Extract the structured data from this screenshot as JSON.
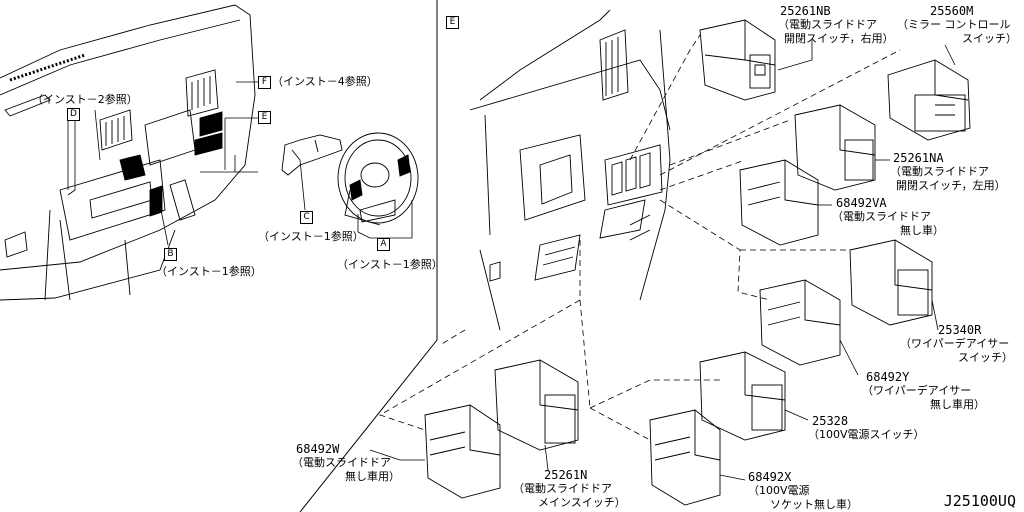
{
  "view_box_label": "E",
  "callouts_left": [
    {
      "letter": "F",
      "text": "（インスト－4参照）"
    },
    {
      "letter": "D",
      "text": "（インスト－2参照）"
    },
    {
      "letter": "E",
      "text": ""
    },
    {
      "letter": "C",
      "text": "（インスト－1参照）"
    },
    {
      "letter": "B",
      "text": "（インスト－1参照）"
    },
    {
      "letter": "A",
      "text": "（インスト－1参照）"
    }
  ],
  "parts": [
    {
      "number": "25261NB",
      "desc": [
        "（電動スライドドア",
        "開閉スイッチ，右用）"
      ]
    },
    {
      "number": "25560M",
      "desc": [
        "（ミラー コントロール",
        "スイッチ）"
      ]
    },
    {
      "number": "25261NA",
      "desc": [
        "（電動スライドドア",
        "開閉スイッチ，左用）"
      ]
    },
    {
      "number": "68492VA",
      "desc": [
        "（電動スライドドア",
        "無し車）"
      ]
    },
    {
      "number": "25340R",
      "desc": [
        "（ワイパーデアイサー",
        "スイッチ）"
      ]
    },
    {
      "number": "68492Y",
      "desc": [
        "（ワイパーデアイサー",
        "無し車用）"
      ]
    },
    {
      "number": "25328",
      "desc": [
        "（100V電源スイッチ）"
      ]
    },
    {
      "number": "68492W",
      "desc": [
        "（電動スライドドア",
        "無し車用）"
      ]
    },
    {
      "number": "25261N",
      "desc": [
        "（電動スライドドア",
        "メインスイッチ）"
      ]
    },
    {
      "number": "68492X",
      "desc": [
        "（100V電源",
        "ソケット無し車）"
      ]
    }
  ],
  "diagram_code": "J25100UQ"
}
